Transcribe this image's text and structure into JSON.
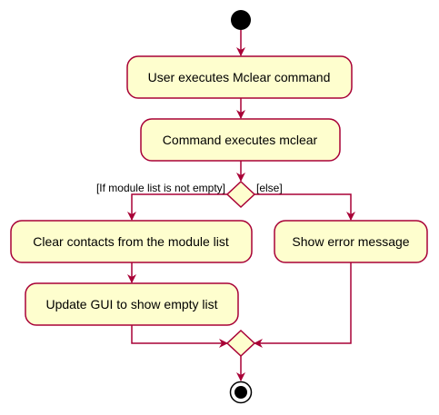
{
  "diagram": {
    "type": "activity",
    "activities": {
      "user_executes": "User executes Mclear command",
      "command_executes": "Command executes mclear",
      "clear_contacts": "Clear contacts from the module list",
      "update_gui": "Update GUI to show empty list",
      "show_error": "Show error message"
    },
    "guards": {
      "if_branch": "[If module list is not empty]",
      "else_branch": "[else]"
    },
    "colors": {
      "activity_fill": "#FEFECE",
      "border": "#A80036",
      "node_fill": "#000000"
    }
  }
}
